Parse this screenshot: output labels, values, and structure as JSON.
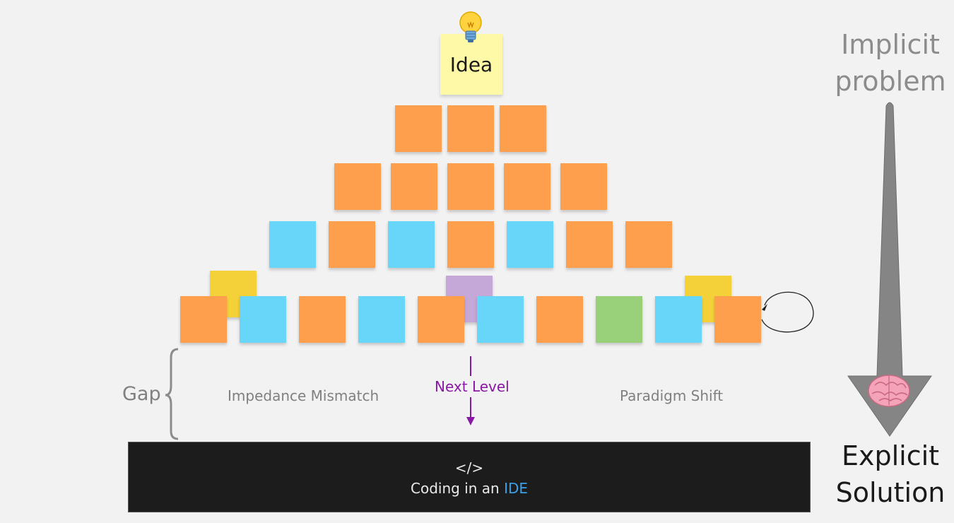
{
  "top_note": {
    "label": "Idea",
    "icon": "lightbulb-icon"
  },
  "colors": {
    "orange": "#fe9f4e",
    "blue": "#68d6f9",
    "yellow": "#f4d139",
    "purple": "#c5a7d8",
    "green": "#99d07a",
    "idea": "#fef9a6",
    "next_level": "#8a17a6",
    "ide_accent": "#3aa0e8"
  },
  "pyramid_rows": [
    [
      "orange",
      "orange",
      "orange"
    ],
    [
      "orange",
      "orange",
      "orange",
      "orange",
      "orange"
    ],
    [
      "blue",
      "orange",
      "blue",
      "orange",
      "blue",
      "orange",
      "orange"
    ],
    [
      "orange",
      "blue",
      "orange",
      "blue",
      "orange",
      "blue",
      "orange",
      "green",
      "blue",
      "orange"
    ]
  ],
  "back_notes": [
    "yellow",
    "purple",
    "yellow"
  ],
  "gap": {
    "label": "Gap",
    "left_text": "Impedance Mismatch",
    "center_text": "Next Level",
    "right_text": "Paradigm Shift"
  },
  "ide": {
    "code_glyph": "</>",
    "text": "Coding in an",
    "accent": "IDE"
  },
  "side": {
    "top_line1": "Implicit",
    "top_line2": "problem",
    "bottom_line1": "Explicit",
    "bottom_line2": "Solution",
    "icon": "brain-icon"
  }
}
